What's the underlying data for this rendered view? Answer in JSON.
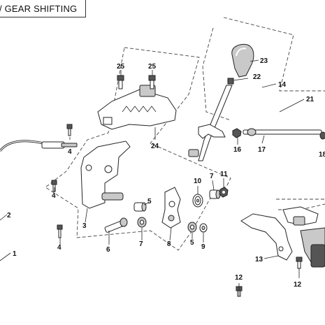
{
  "title": "/ GEAR SHIFTING",
  "callouts": [
    "1",
    "2",
    "3",
    "4",
    "4",
    "4",
    "5",
    "5",
    "6",
    "7",
    "7",
    "8",
    "9",
    "10",
    "11",
    "12",
    "12",
    "13",
    "14",
    "16",
    "17",
    "18",
    "21",
    "22",
    "23",
    "24",
    "25",
    "25"
  ]
}
